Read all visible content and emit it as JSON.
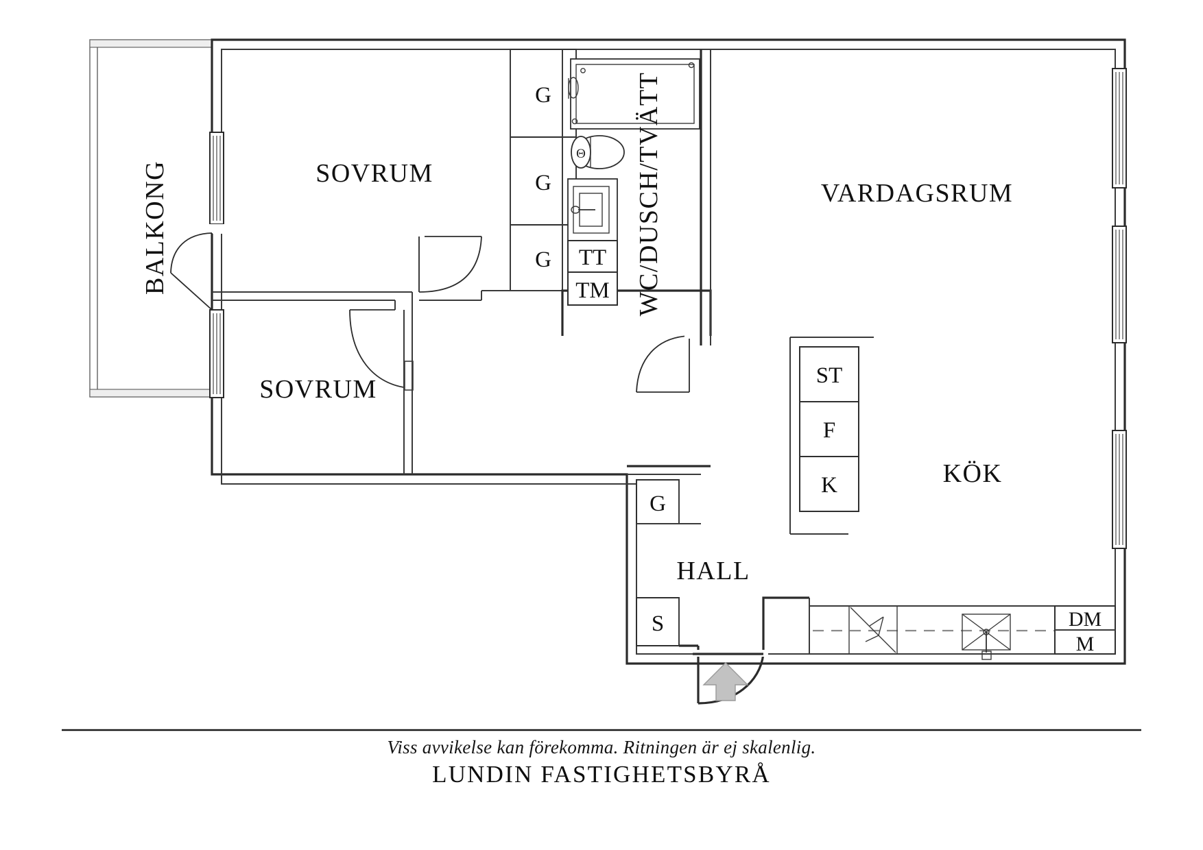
{
  "document": {
    "type": "floor-plan",
    "language": "sv"
  },
  "rooms": [
    {
      "id": "balkong",
      "label": "BALKONG",
      "orientation": "vertical"
    },
    {
      "id": "sovrum1",
      "label": "SOVRUM",
      "orientation": "horizontal"
    },
    {
      "id": "sovrum2",
      "label": "SOVRUM",
      "orientation": "horizontal"
    },
    {
      "id": "wc",
      "label": "WC/DUSCH/TVÄTT",
      "orientation": "vertical"
    },
    {
      "id": "vardagsrum",
      "label": "VARDAGSRUM",
      "orientation": "horizontal"
    },
    {
      "id": "kok",
      "label": "KÖK",
      "orientation": "horizontal"
    },
    {
      "id": "hall",
      "label": "HALL",
      "orientation": "horizontal"
    }
  ],
  "closets": [
    {
      "id": "g-top",
      "label": "G",
      "meaning": "garderob"
    },
    {
      "id": "g-mid",
      "label": "G",
      "meaning": "garderob"
    },
    {
      "id": "g-low",
      "label": "G",
      "meaning": "garderob"
    },
    {
      "id": "g-hall",
      "label": "G",
      "meaning": "garderob"
    },
    {
      "id": "s-hall",
      "label": "S",
      "meaning": "stadskap"
    }
  ],
  "appliances": [
    {
      "id": "tt",
      "label": "TT",
      "meaning": "torktumlare"
    },
    {
      "id": "tm",
      "label": "TM",
      "meaning": "tvattmaskin"
    },
    {
      "id": "st",
      "label": "ST",
      "meaning": "stadskap"
    },
    {
      "id": "f",
      "label": "F",
      "meaning": "frys"
    },
    {
      "id": "k",
      "label": "K",
      "meaning": "kyl"
    },
    {
      "id": "dm",
      "label": "DM",
      "meaning": "diskmaskin"
    },
    {
      "id": "m",
      "label": "M",
      "meaning": "mikro"
    }
  ],
  "fixtures": [
    {
      "id": "shower",
      "name": "shower-enclosure"
    },
    {
      "id": "toilet",
      "name": "toilet"
    },
    {
      "id": "sink-wc",
      "name": "washbasin"
    },
    {
      "id": "stove",
      "name": "stove"
    },
    {
      "id": "sink-k",
      "name": "kitchen-sink"
    }
  ],
  "entrance": {
    "name": "entry-arrow",
    "direction": "up"
  },
  "footer": {
    "note": "Viss avvikelse kan förekomma. Ritningen är ej skalenlig.",
    "brand": "LUNDIN FASTIGHETSBYRÅ"
  },
  "colors": {
    "wall": "#2b2b2b",
    "text": "#111111",
    "arrow": "#c2c2c2",
    "dash": "#8a8a8a",
    "background": "#ffffff"
  }
}
